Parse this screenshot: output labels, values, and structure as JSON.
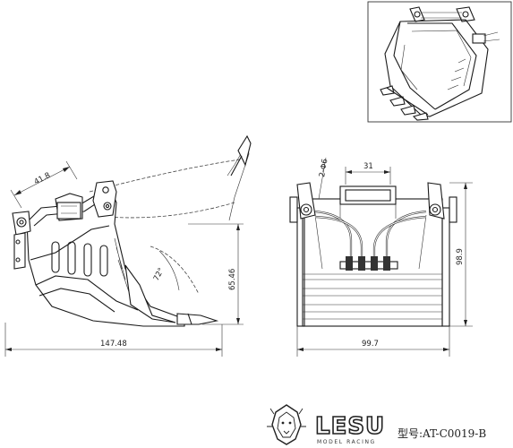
{
  "dimensions": {
    "side_width": "147.48",
    "side_height": "65.46",
    "side_top_pin": "41.8",
    "side_angle": "72°",
    "front_width": "99.7",
    "front_height": "98.9",
    "front_pin_spacing": "31",
    "front_hole": "2-Φ6"
  },
  "brand": {
    "logo": "LESU",
    "subtitle": "MODEL RACING"
  },
  "model_label": "型号:AT-C0019-B",
  "icons": {
    "emblem": "lion-head-icon"
  }
}
